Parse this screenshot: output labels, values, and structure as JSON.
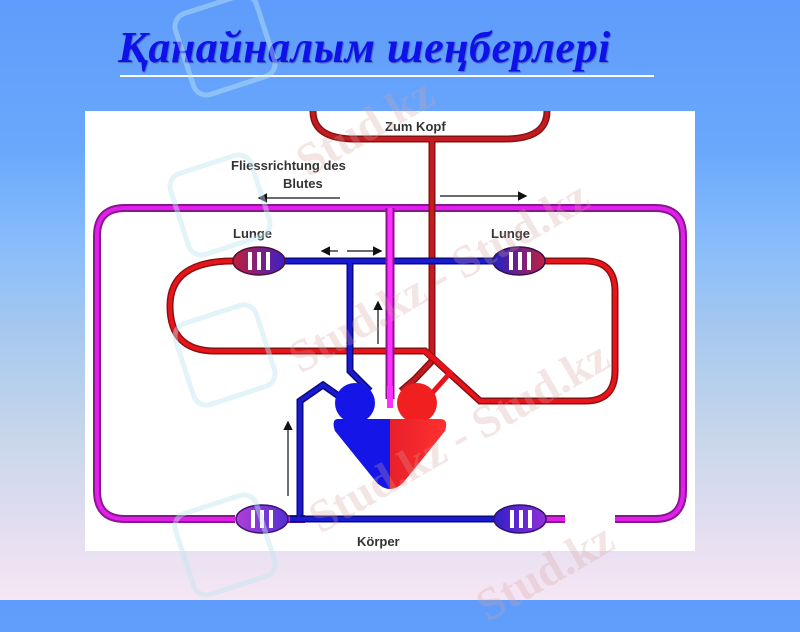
{
  "slide": {
    "title": "Қанайналым шеңберлері",
    "colors": {
      "title": "#1010e8",
      "background_top": "#5f9cfb",
      "background_bottom": "#f7e6f4"
    }
  },
  "diagram": {
    "labels": {
      "head": "Zum Kopf",
      "flow_direction_line1": "Fliessrichtung des",
      "flow_direction_line2": "Blutes",
      "lung_left": "Lunge",
      "lung_right": "Lunge",
      "body": "Körper"
    },
    "colors": {
      "arterial": "#e8141c",
      "dark_arterial": "#b01820",
      "venous": "#1a1ad0",
      "systemic": "#d020d8",
      "heart_left": "#1515e8",
      "heart_right": "#f02020"
    },
    "arrows": [
      "flow-left",
      "flow-right",
      "double-left-right",
      "up-pulmonary",
      "up-vena-cava"
    ]
  },
  "watermark": {
    "text": "Stud.kz",
    "text_dash": "Stud.kz - Stud.kz"
  }
}
